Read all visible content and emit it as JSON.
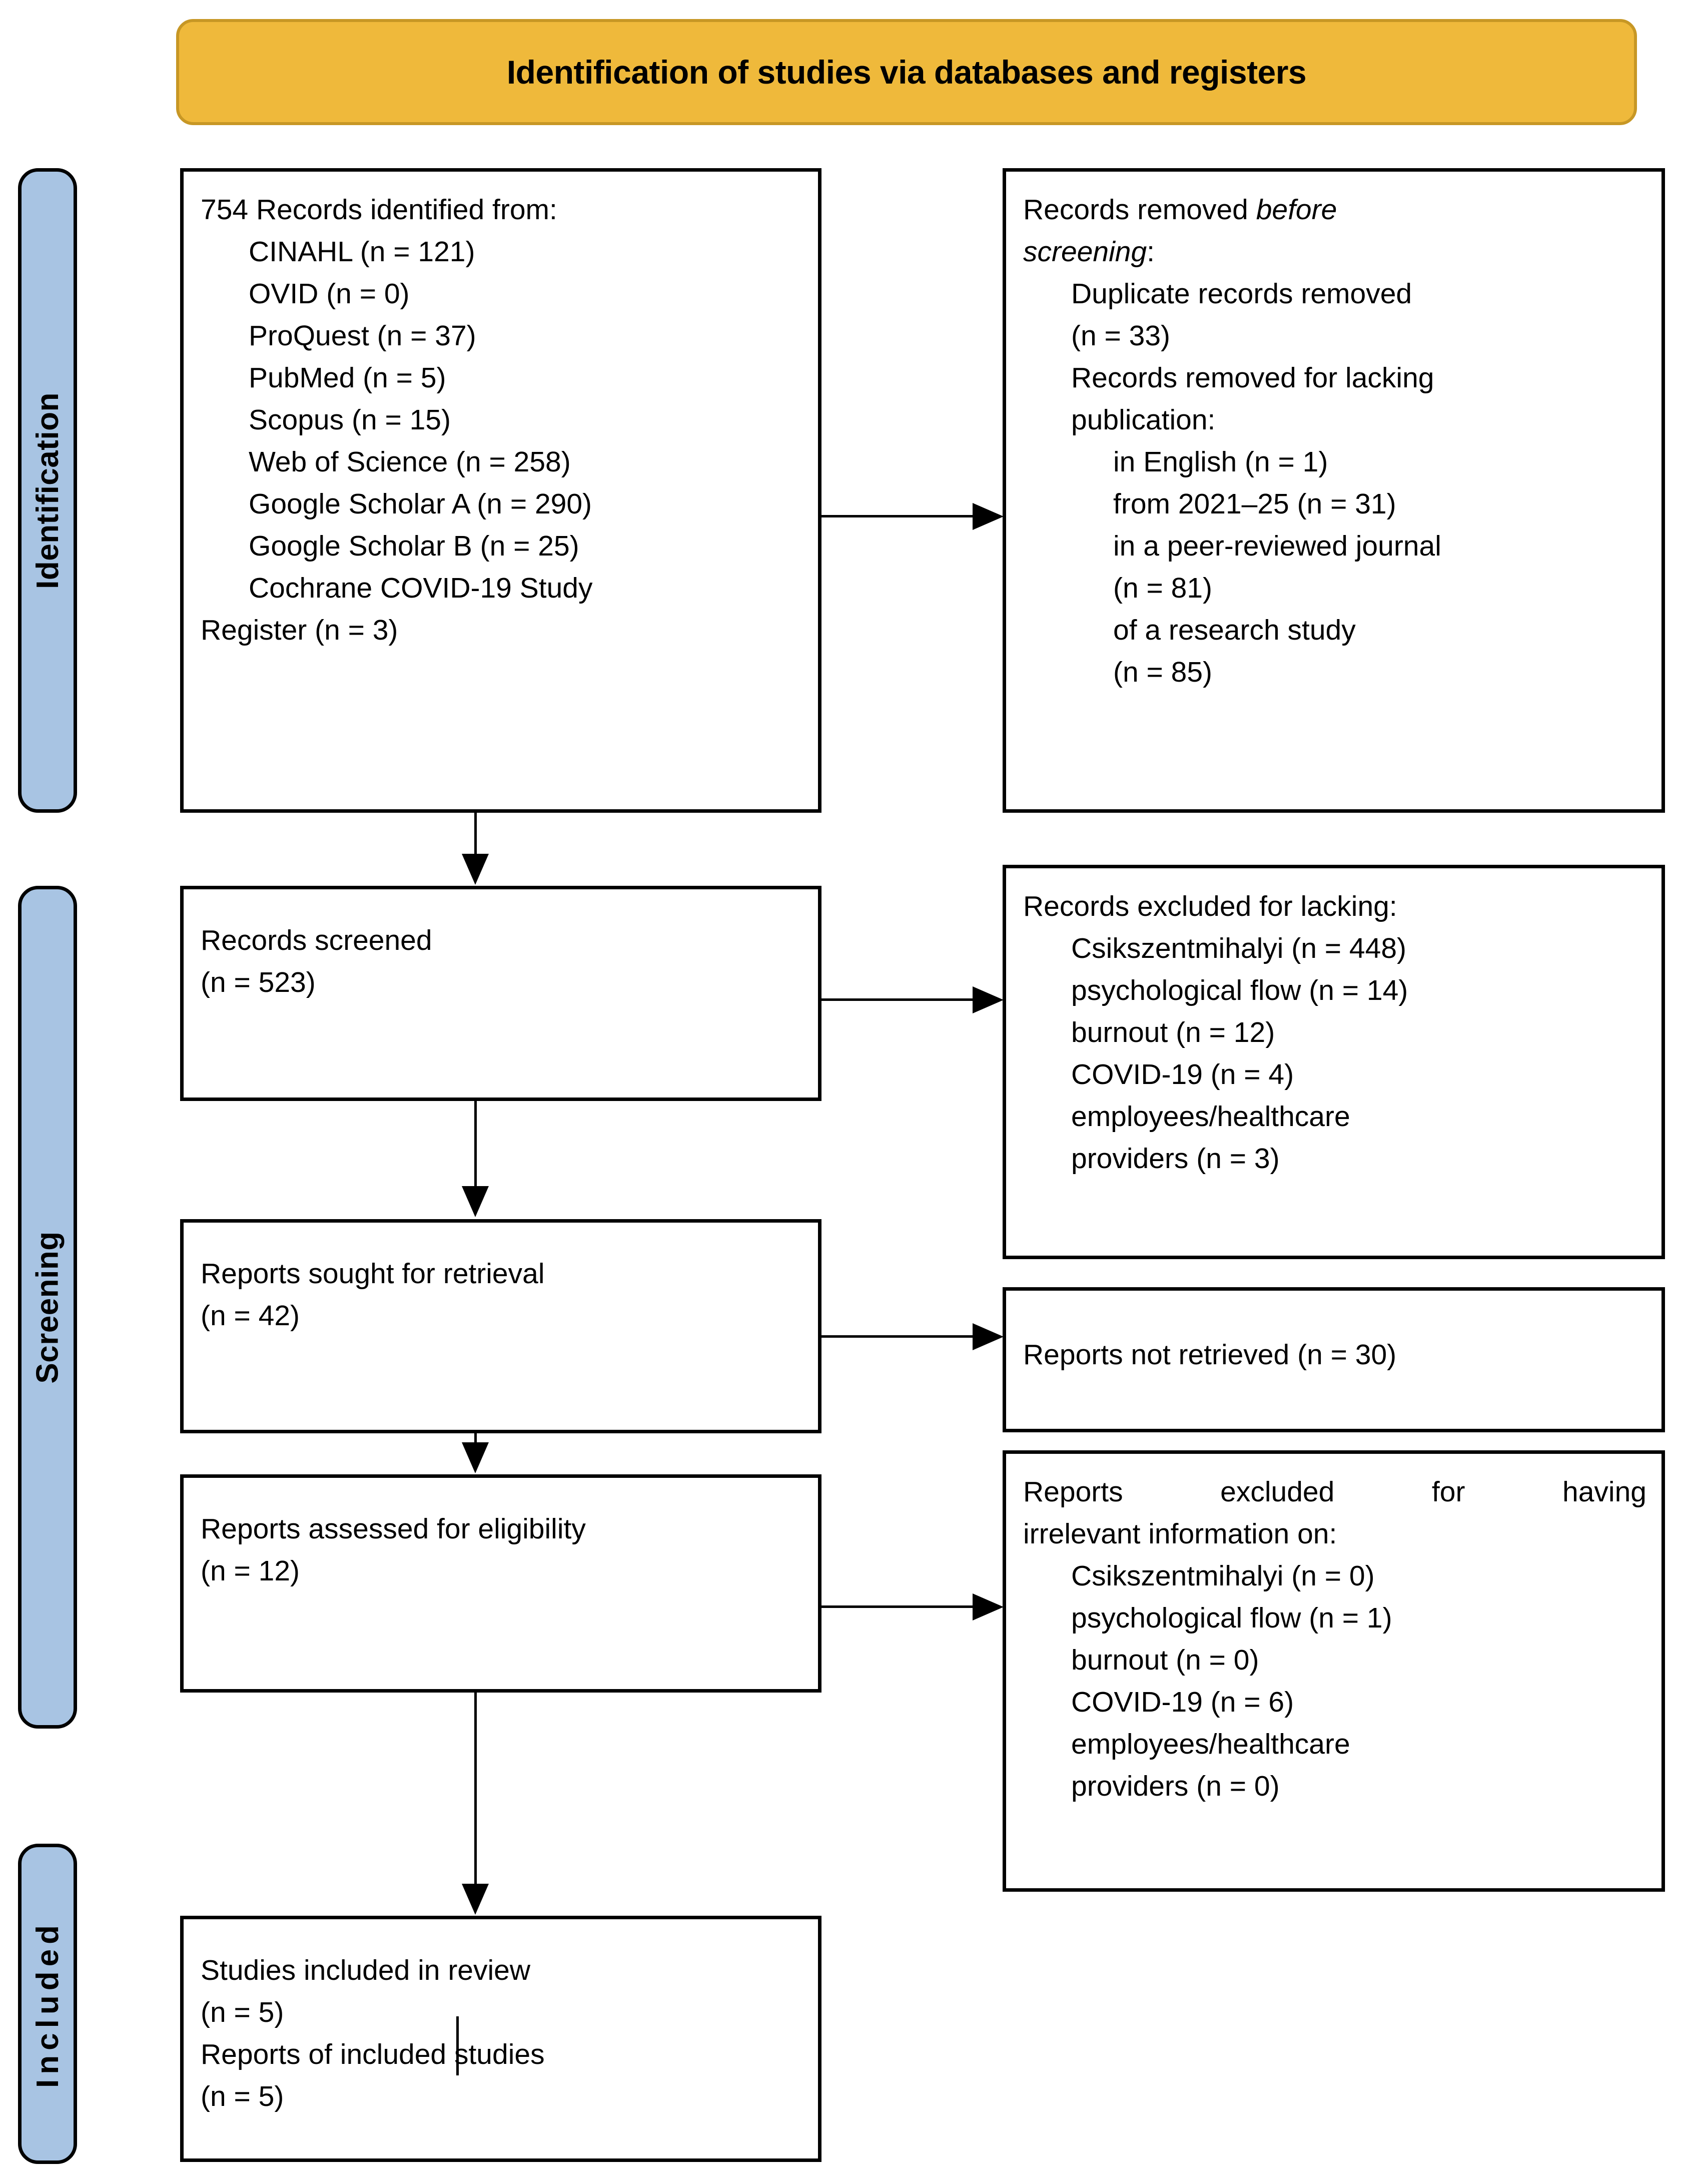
{
  "header": {
    "title": "Identification of studies via databases and registers",
    "bg_color": "#efb93b",
    "border_color": "#c79725"
  },
  "stages": {
    "color": "#a8c4e3",
    "identification": "Identification",
    "screening": "Screening",
    "included": "Included"
  },
  "boxes": {
    "identified": {
      "heading": "754 Records identified from:",
      "sources": [
        "CINAHL (n = 121)",
        "OVID (n = 0)",
        "ProQuest (n = 37)",
        "PubMed (n = 5)",
        "Scopus (n = 15)",
        "Web of Science (n = 258)",
        "Google Scholar A (n = 290)",
        "Google Scholar B (n = 25)",
        "Cochrane COVID-19 Study",
        "Register (n = 3)"
      ]
    },
    "removed_before": {
      "heading_plain": "Records removed ",
      "heading_italic_1": "before",
      "heading_italic_2": "screening",
      "heading_colon": ":",
      "items": [
        "Duplicate records removed",
        "(n = 33)",
        "Records removed for lacking",
        "publication:"
      ],
      "sub_items": [
        "in English (n = 1)",
        "from 2021–25 (n = 31)",
        "in a peer-reviewed journal",
        "(n = 81)",
        "of a research study",
        "(n = 85)"
      ]
    },
    "records_screened": {
      "label": "Records screened",
      "count": "(n = 523)"
    },
    "records_excluded": {
      "heading": "Records excluded for lacking:",
      "items": [
        "Csikszentmihalyi (n = 448)",
        "psychological flow (n = 14)",
        "burnout (n = 12)",
        "COVID-19 (n = 4)",
        "employees/healthcare",
        "providers (n = 3)"
      ]
    },
    "reports_sought": {
      "label": "Reports sought for retrieval",
      "count": "(n = 42)"
    },
    "not_retrieved": {
      "label": "Reports not retrieved (n = 30)"
    },
    "reports_assessed": {
      "label": "Reports assessed for eligibility",
      "count": "(n = 12)"
    },
    "reports_excluded": {
      "heading_line_1": "Reports excluded for having",
      "heading_line_2": "irrelevant information on:",
      "items": [
        "Csikszentmihalyi (n = 0)",
        "psychological flow (n = 1)",
        "burnout (n = 0)",
        "COVID-19 (n = 6)",
        "employees/healthcare",
        "providers (n = 0)"
      ]
    },
    "studies_included": {
      "label_studies": "Studies included in review",
      "count_studies": "(n = 5)",
      "label_reports": "Reports of included studies",
      "count_reports": "(n = 5)"
    }
  }
}
